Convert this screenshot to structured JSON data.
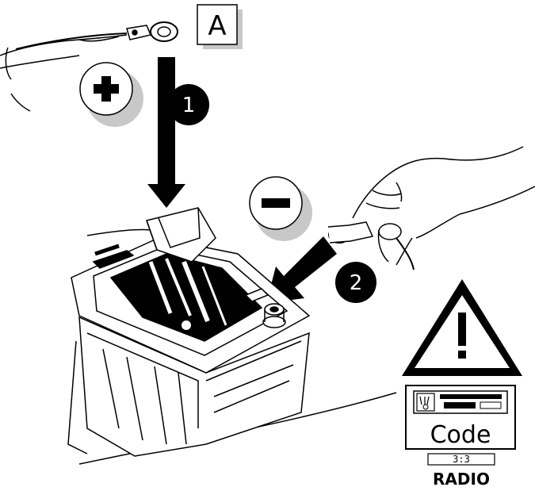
{
  "label_a": "A",
  "steps": [
    {
      "number": "1",
      "icon": "plus-sign"
    },
    {
      "number": "2",
      "icon": "minus-sign"
    }
  ],
  "radio_panel": {
    "code_label": "Code",
    "code_value": "3:3",
    "radio_label": "RADIO"
  },
  "colors": {
    "ink": "#000000",
    "shadow": "#c8c8c8",
    "paper": "#ffffff"
  }
}
